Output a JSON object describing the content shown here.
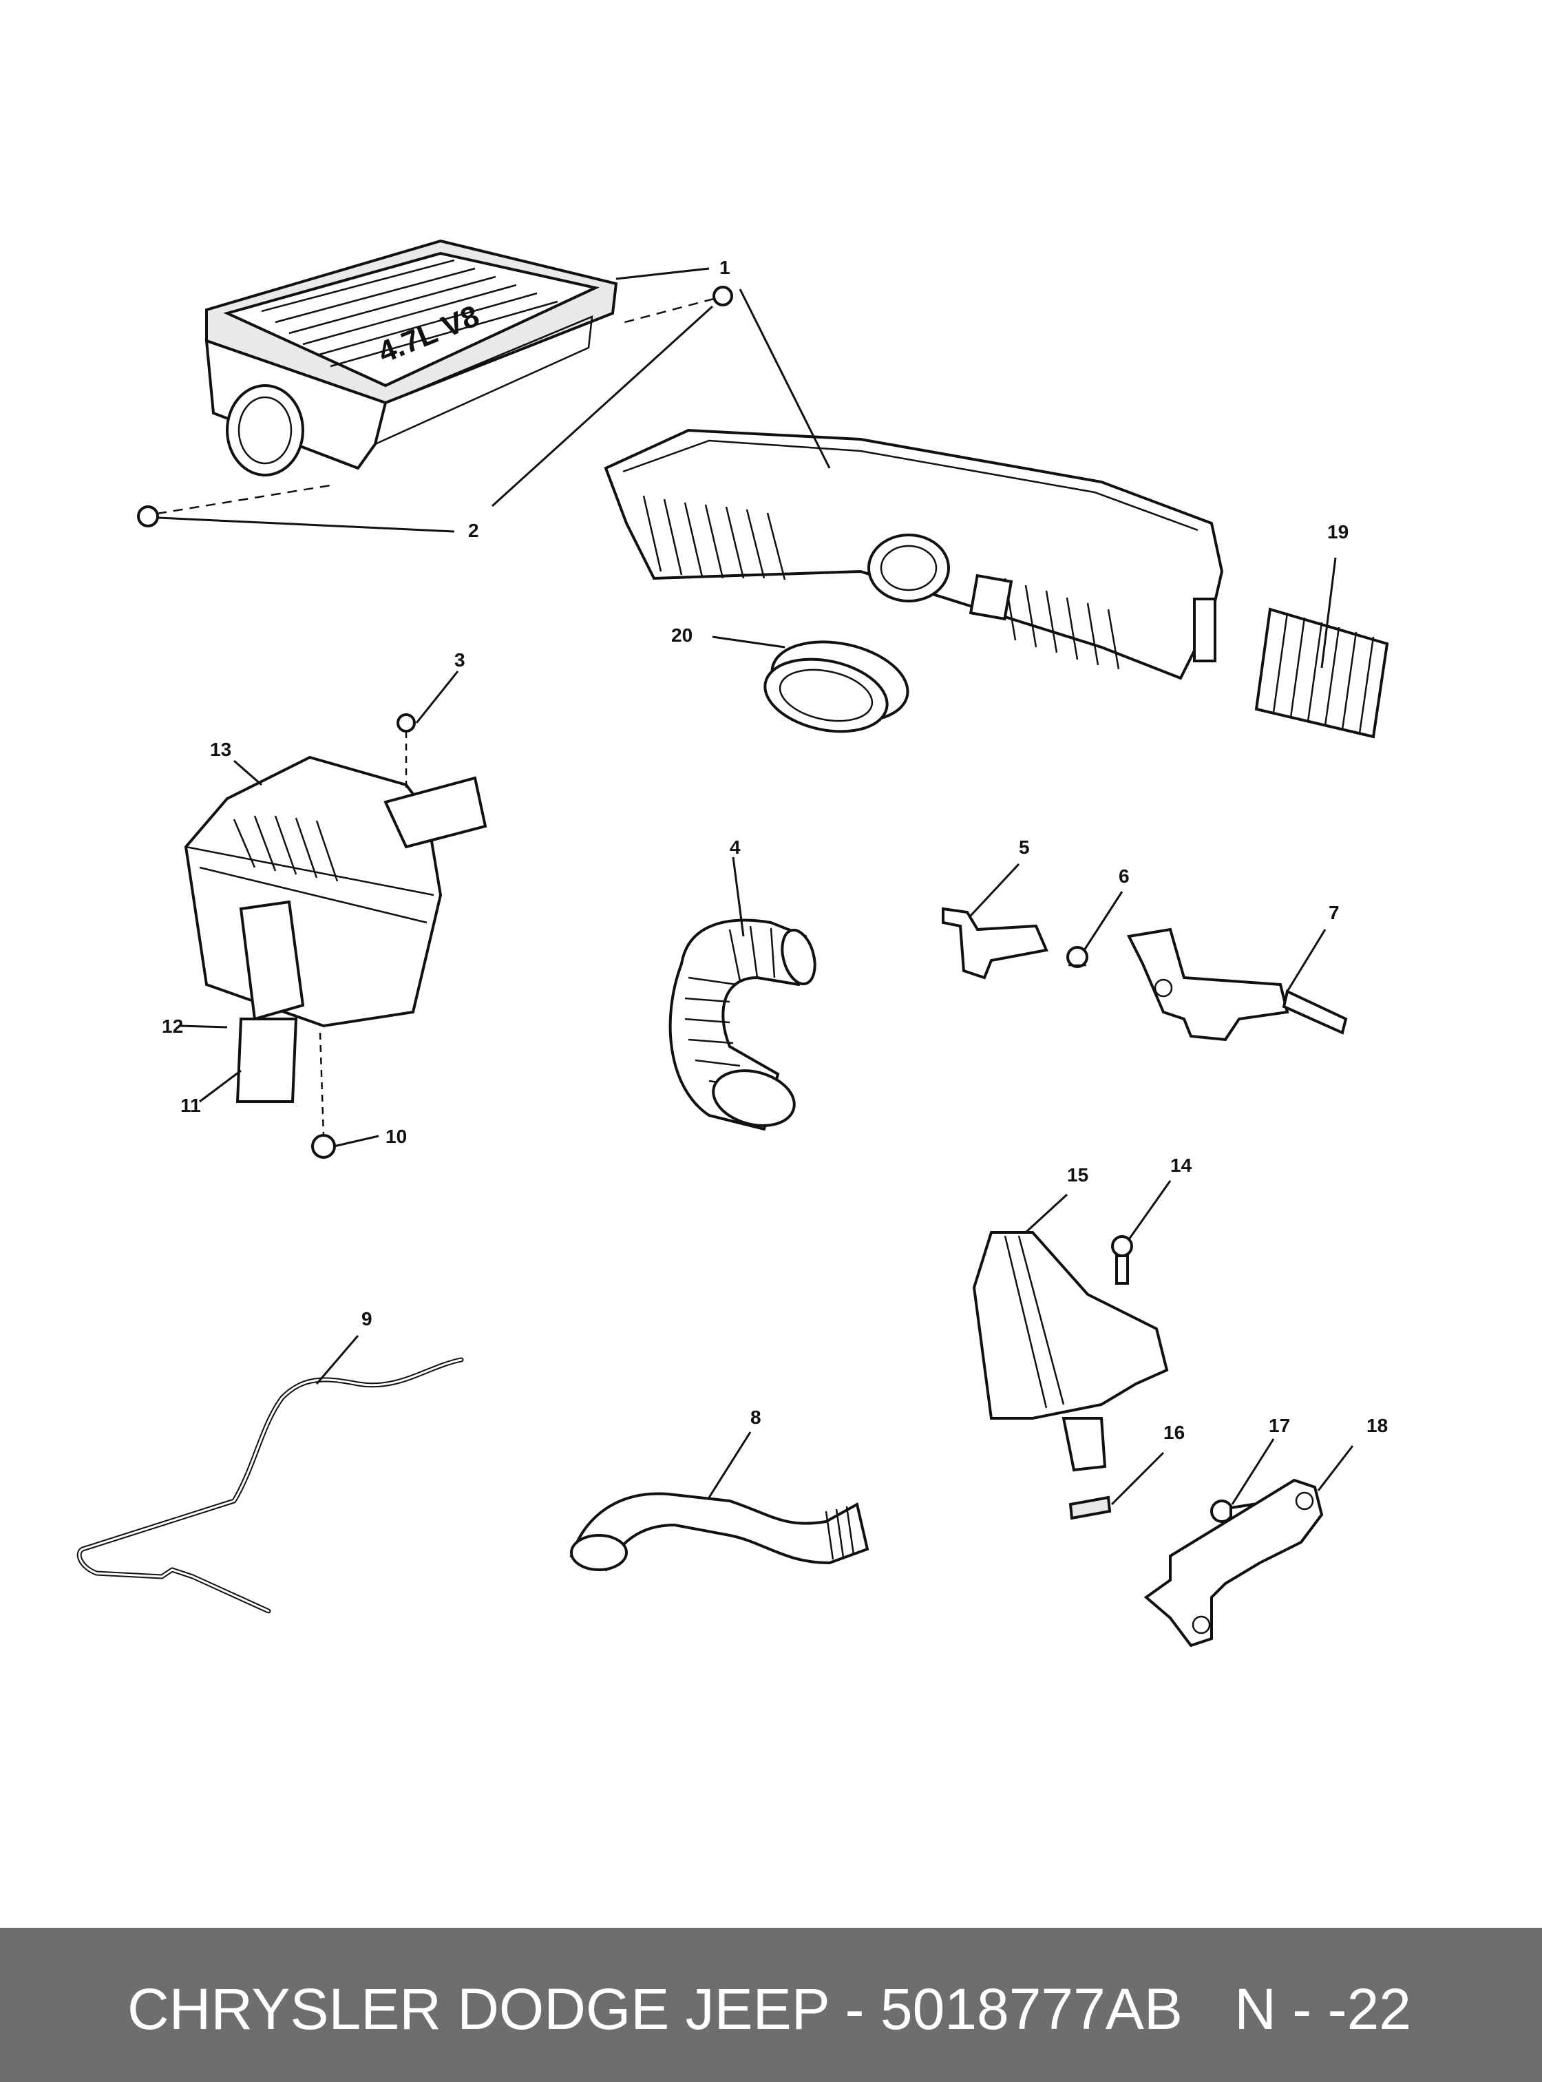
{
  "diagram": {
    "engine_marking": "4.7L V8",
    "callouts": [
      "1",
      "2",
      "3",
      "4",
      "5",
      "6",
      "7",
      "8",
      "9",
      "10",
      "11",
      "12",
      "13",
      "14",
      "15",
      "16",
      "17",
      "18",
      "19",
      "20"
    ]
  },
  "footer": {
    "part_text": "CHRYSLER DODGE JEEP - 5018777AB",
    "page_text": "N - -22",
    "background_color": "#6e6e6e",
    "text_color": "#ffffff"
  }
}
